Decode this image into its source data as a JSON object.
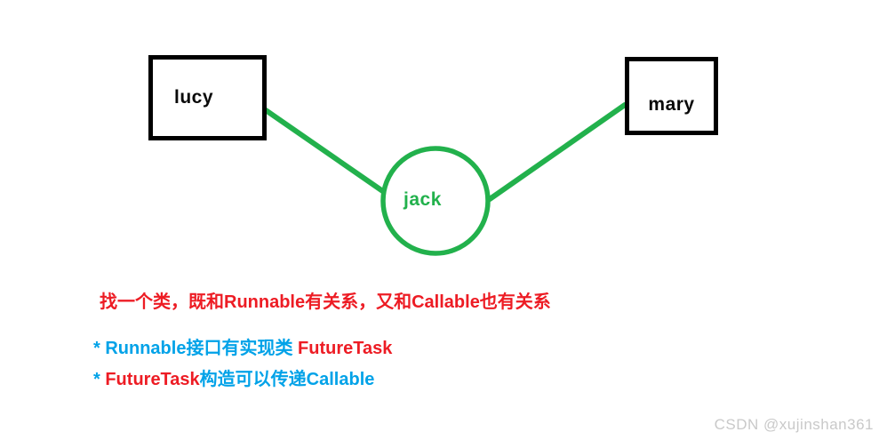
{
  "diagram": {
    "nodes": [
      {
        "id": "lucy",
        "label": "lucy",
        "shape": "rect"
      },
      {
        "id": "mary",
        "label": "mary",
        "shape": "rect"
      },
      {
        "id": "jack",
        "label": "jack",
        "shape": "circle"
      }
    ],
    "edges": [
      {
        "from": "lucy",
        "to": "jack"
      },
      {
        "from": "jack",
        "to": "mary"
      }
    ],
    "colors": {
      "edge_green": "#22b14c",
      "node_border_black": "#000000",
      "circle_fill": "#ffffff"
    }
  },
  "notes": {
    "heading": {
      "text": "找一个类，既和Runnable有关系，又和Callable也有关系",
      "color": "#ed1c24"
    },
    "bullet1": {
      "prefix": "* Runnable接口有实现类 ",
      "highlight": "FutureTask",
      "prefix_color": "#00a2e8",
      "highlight_color": "#ed1c24"
    },
    "bullet2": {
      "prefix": "* ",
      "highlight": "FutureTask",
      "suffix": "构造可以传递Callable",
      "prefix_color": "#00a2e8",
      "highlight_color": "#ed1c24",
      "suffix_color": "#00a2e8"
    }
  },
  "watermark": {
    "text": "CSDN @xujinshan361",
    "color": "#c9c9c9"
  }
}
